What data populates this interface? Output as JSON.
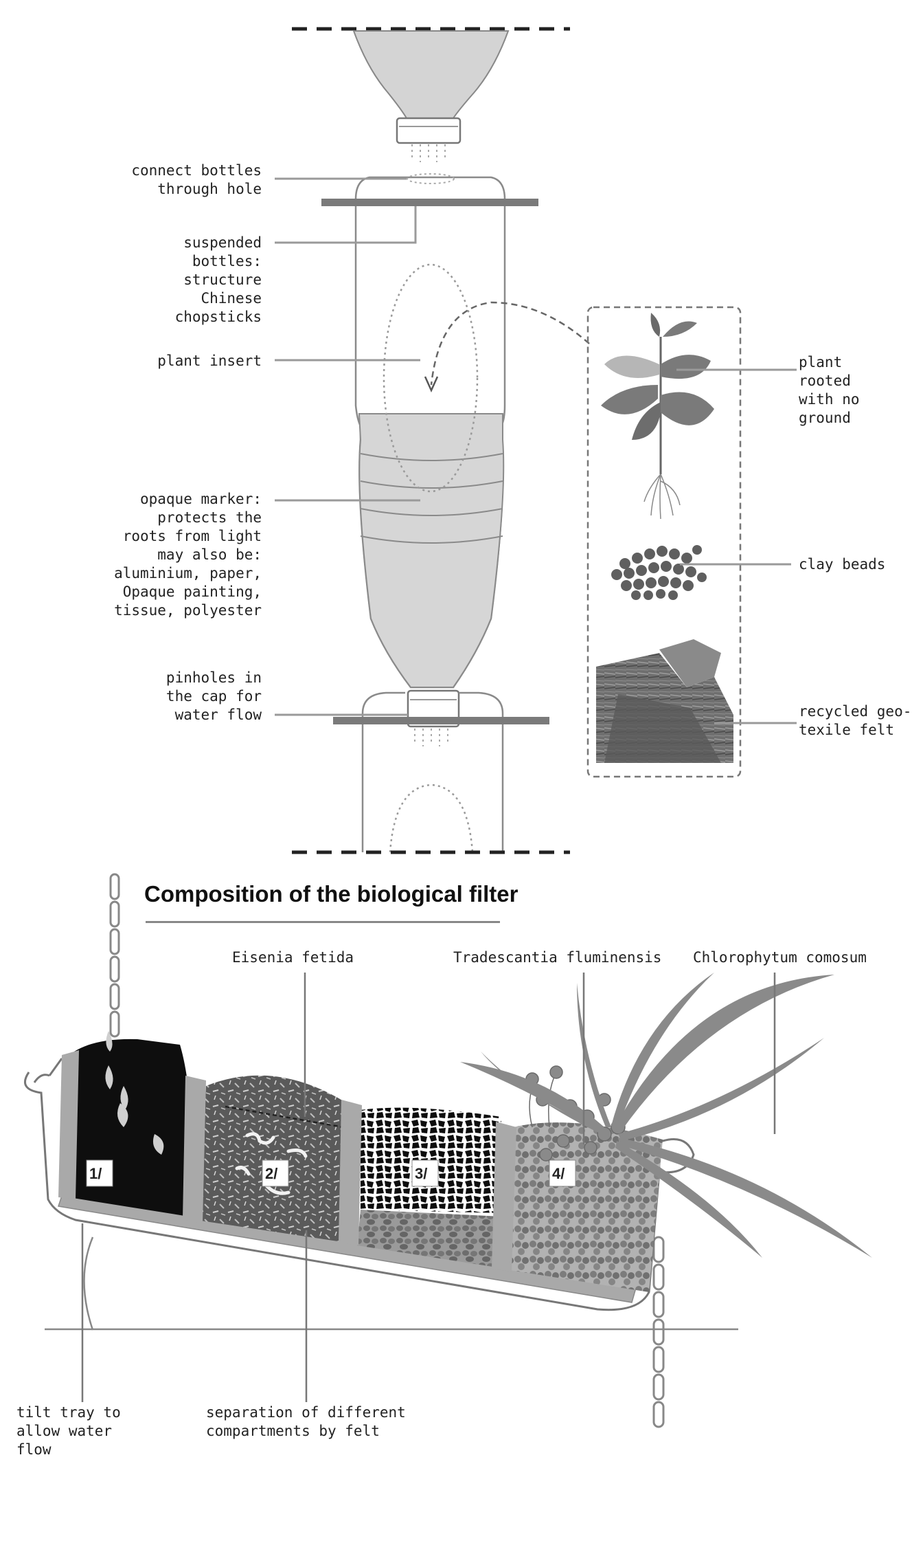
{
  "bottle_labels": {
    "connect": "connect bottles\nthrough hole",
    "suspended": "suspended\nbottles:\nstructure\nChinese\nchopsticks",
    "insert": "plant insert",
    "marker": "opaque marker:\nprotects the\nroots from light\nmay also be:\naluminium, paper,\nOpaque painting,\ntissue, polyester",
    "pinholes": "pinholes in\nthe cap for\nwater flow"
  },
  "detail_labels": {
    "plant": "plant\nrooted\nwith no\nground",
    "beads": "clay beads",
    "felt": "recycled geo-\ntexile felt"
  },
  "filter": {
    "title": "Composition of the biological filter",
    "eisenia": "Eisenia fetida",
    "tradescantia": "Tradescantia fluminensis",
    "chlorophytum": "Chlorophytum comosum",
    "tilt": "tilt tray to\nallow water\nflow",
    "separation": "separation of different\ncompartments by felt",
    "compartments": [
      "1/",
      "2/",
      "3/",
      "4/"
    ]
  },
  "colors": {
    "bottle_fill": "#d4d4d4",
    "line": "#8a8a8a",
    "dark": "#111111"
  }
}
